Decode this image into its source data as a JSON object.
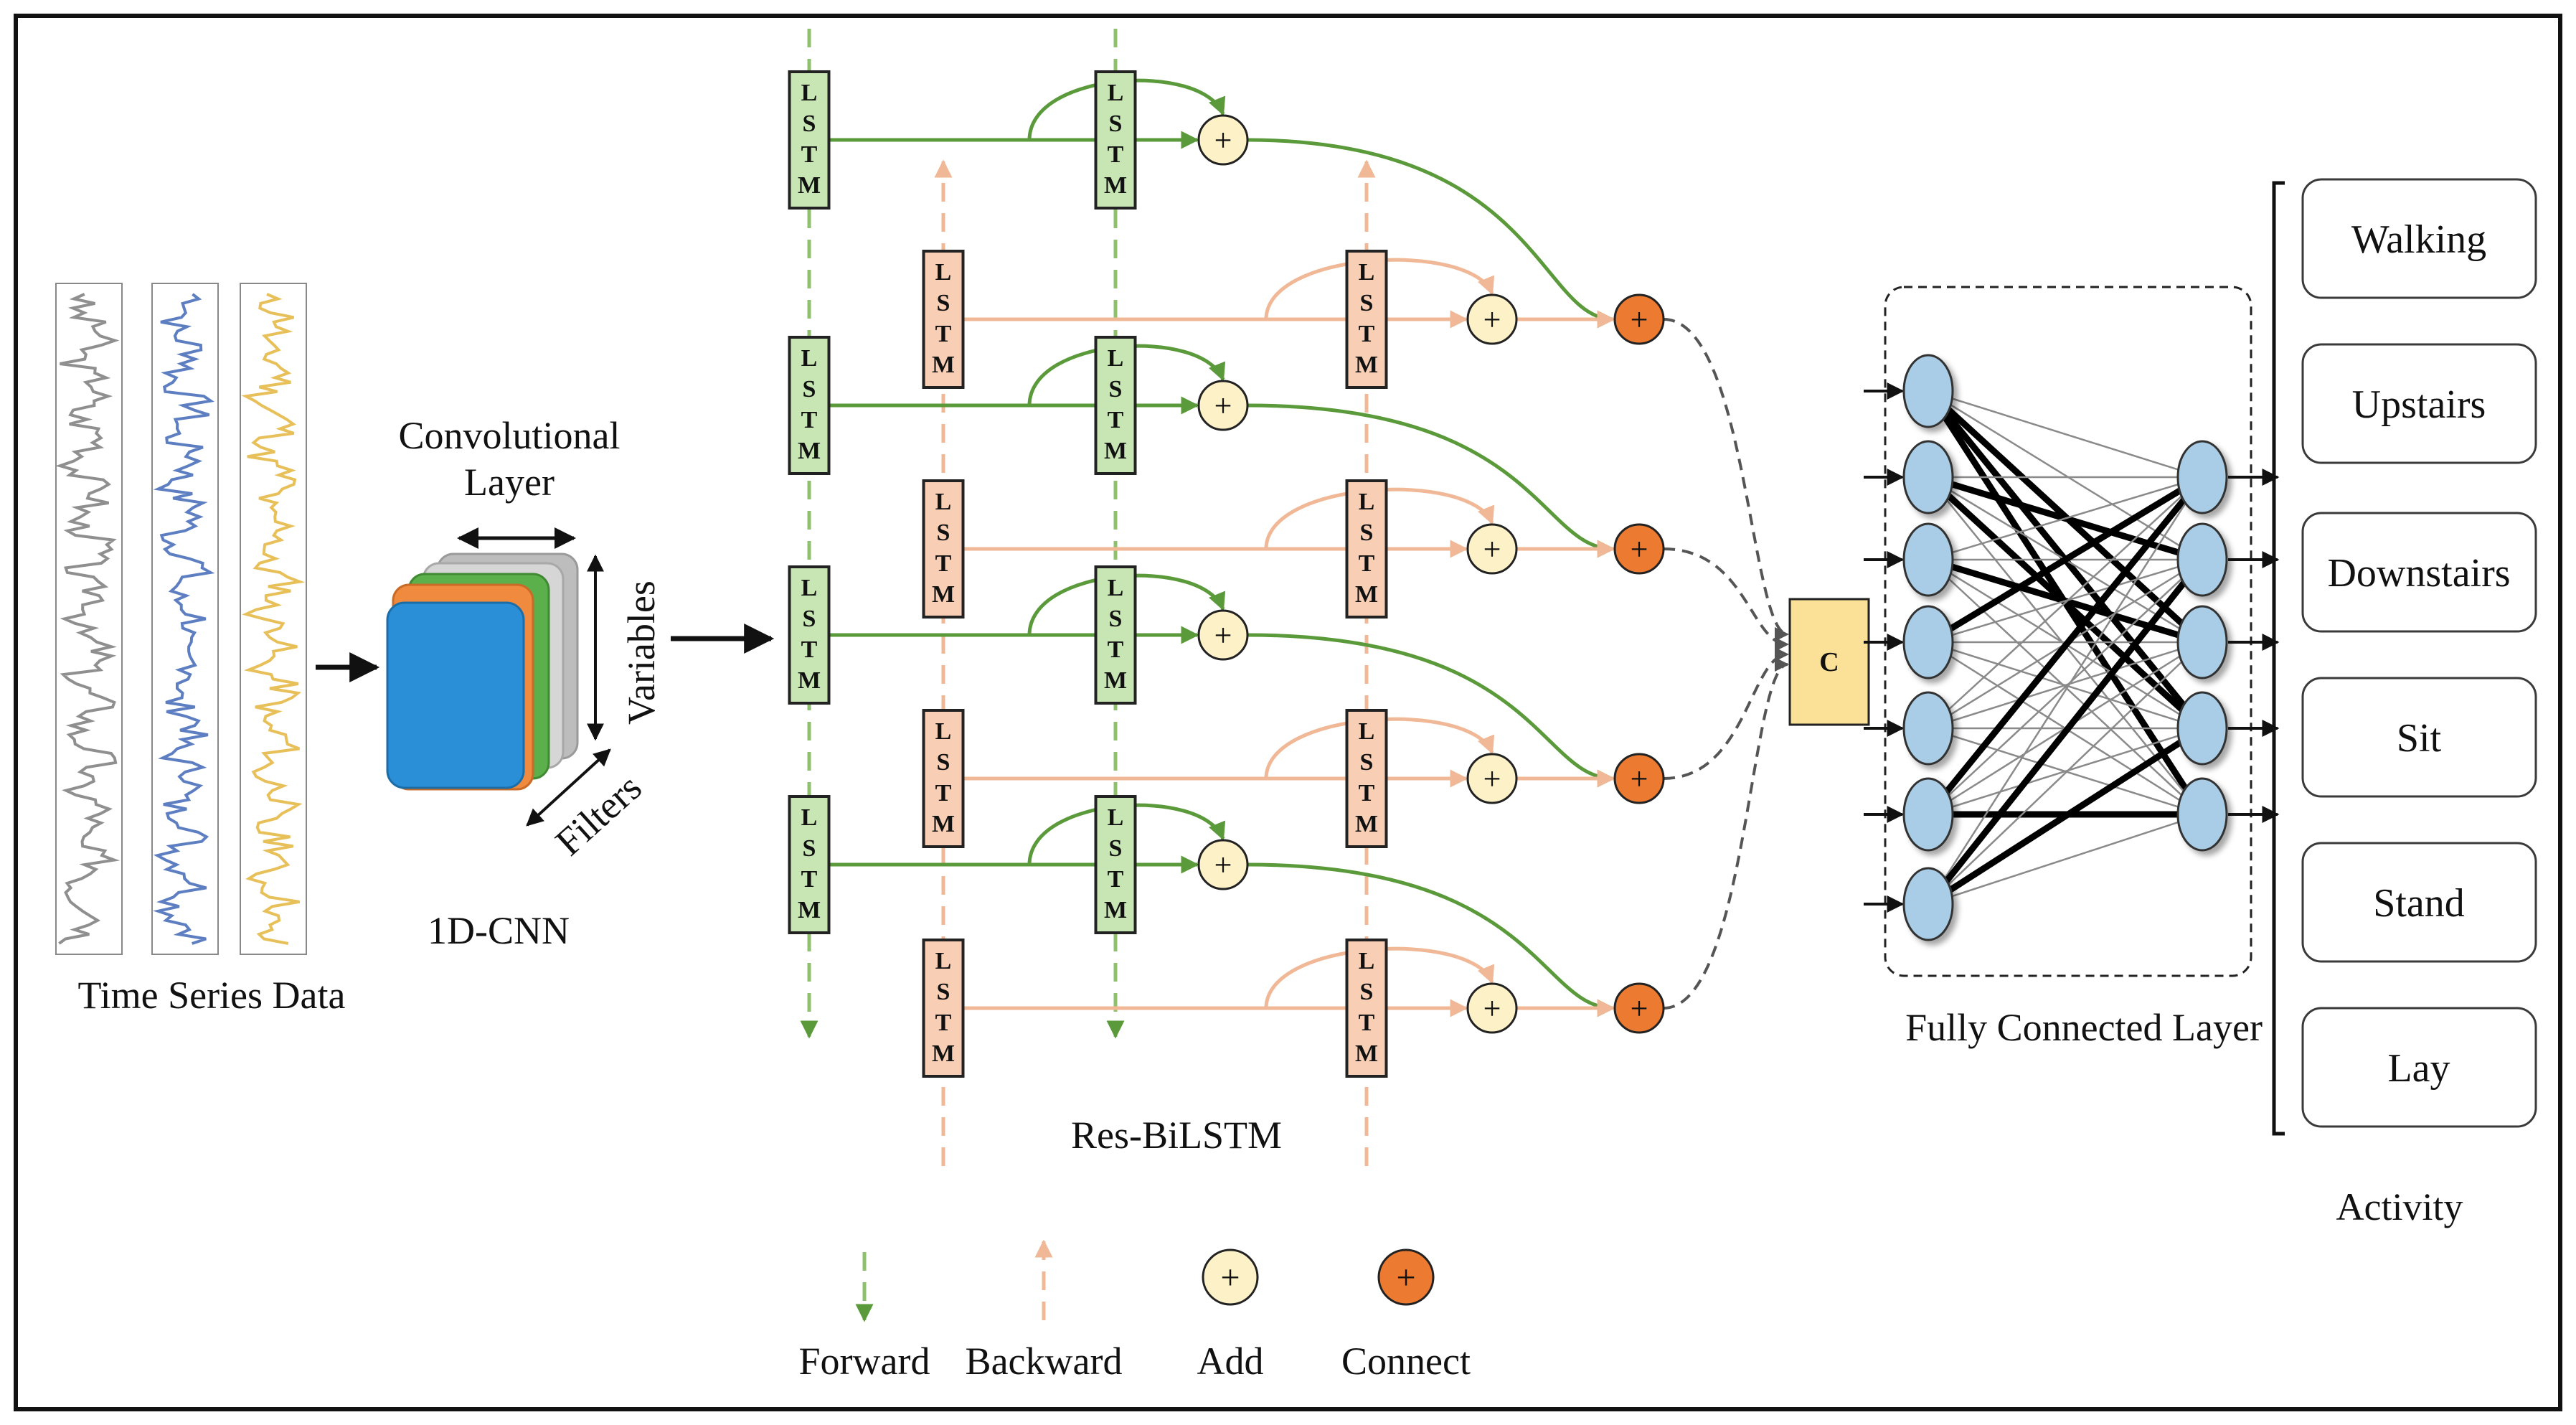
{
  "labels": {
    "time_series": "Time Series Data",
    "conv_layer_line1": "Convolutional",
    "conv_layer_line2": "Layer",
    "variables": "Variables",
    "filters": "Filters",
    "cnn": "1D-CNN",
    "res_bilstm": "Res-BiLSTM",
    "fully_connected": "Fully Connected Layer",
    "activity": "Activity",
    "concat": "C"
  },
  "lstm_letters": [
    "L",
    "S",
    "T",
    "M"
  ],
  "add_symbol": "+",
  "legend": [
    {
      "id": "forward",
      "label": "Forward"
    },
    {
      "id": "backward",
      "label": "Backward"
    },
    {
      "id": "add",
      "label": "Add"
    },
    {
      "id": "connect",
      "label": "Connect"
    }
  ],
  "activities": [
    "Walking",
    "Upstairs",
    "Downstairs",
    "Sit",
    "Stand",
    "Lay"
  ],
  "colors": {
    "forward_green": "#5a9a3a",
    "forward_box": "#c8e6b4",
    "backward_orange": "#f0b896",
    "backward_box": "#f8cfb4",
    "add_fill": "#fdf1c8",
    "connect_fill": "#ec7a30",
    "neuron_fill": "#a9cde6",
    "concat_fill": "#fbe197",
    "series_gray": "#8f8f8f",
    "series_blue": "#5d7fc2",
    "series_yellow": "#e8c05a"
  }
}
